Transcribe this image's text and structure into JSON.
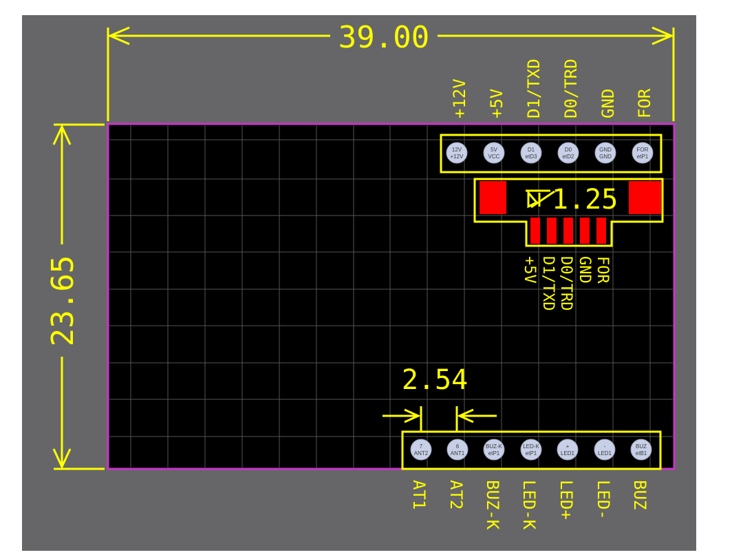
{
  "dimensions": {
    "width": "39.00",
    "height": "23.65",
    "pitch": "2.54",
    "fpc": "1.25"
  },
  "top_header": {
    "pads": [
      {
        "line1": "12V",
        "line2": "+12V"
      },
      {
        "line1": "5V",
        "line2": "VCC"
      },
      {
        "line1": "D1",
        "line2": "etD3"
      },
      {
        "line1": "D0",
        "line2": "etD2"
      },
      {
        "line1": "GND",
        "line2": "GND"
      },
      {
        "line1": "FOR",
        "line2": "etP1"
      }
    ],
    "labels": [
      "+12V",
      "+5V",
      "D1/TXD",
      "D0/TRD",
      "GND",
      "FOR"
    ]
  },
  "fpc_connector": {
    "labels": [
      "+5V",
      "D1/TXD",
      "D0/TRD",
      "GND",
      "FOR"
    ]
  },
  "bottom_header": {
    "pads": [
      {
        "line1": "7",
        "line2": "ANT2"
      },
      {
        "line1": "6",
        "line2": "ANT1"
      },
      {
        "line1": "BUZ-K",
        "line2": "etP1"
      },
      {
        "line1": "LED-K",
        "line2": "etP1"
      },
      {
        "line1": "+",
        "line2": "LED1"
      },
      {
        "line1": "-",
        "line2": "LED1"
      },
      {
        "line1": "BUZ",
        "line2": "etB1"
      }
    ],
    "labels": [
      "AT1",
      "AT2",
      "BUZ-K",
      "LED-K",
      "LED+",
      "LED-",
      "BUZ"
    ]
  },
  "colors": {
    "background": "#666668",
    "board": "#000000",
    "outline": "#cc33cc",
    "silkscreen": "#ffff00",
    "pad": "#c8d0e8",
    "copper": "#ff0000",
    "grid": "#555555"
  }
}
